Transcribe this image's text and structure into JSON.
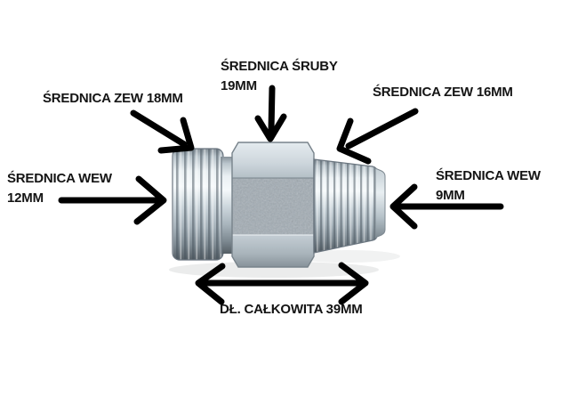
{
  "figure": {
    "subject": "Zinc-plated hexagonal pipe-thread adapter fitting photographed on white background with dimension callouts"
  },
  "colors": {
    "background": "#ffffff",
    "annotation_text": "#141414",
    "arrow": "#000000",
    "metal_highlight": "#f3f7f9",
    "metal_mid": "#b9c5cc",
    "metal_shadow": "#5d686f",
    "hex_face": "#a2acb4"
  },
  "annotations": {
    "screw_diameter": {
      "line1": "ŚREDNICA ŚRUBY",
      "line2": "19MM"
    },
    "outer_diameter_left": {
      "label": "ŚREDNICA ZEW 18MM"
    },
    "outer_diameter_right": {
      "label": "ŚREDNICA ZEW 16MM"
    },
    "inner_diameter_left": {
      "line1": "ŚREDNICA WEW",
      "line2": "12MM"
    },
    "inner_diameter_right": {
      "line1": "ŚREDNICA WEW",
      "line2": "9MM"
    },
    "total_length": {
      "label": "DŁ. CAŁKOWITA 39MM"
    }
  }
}
